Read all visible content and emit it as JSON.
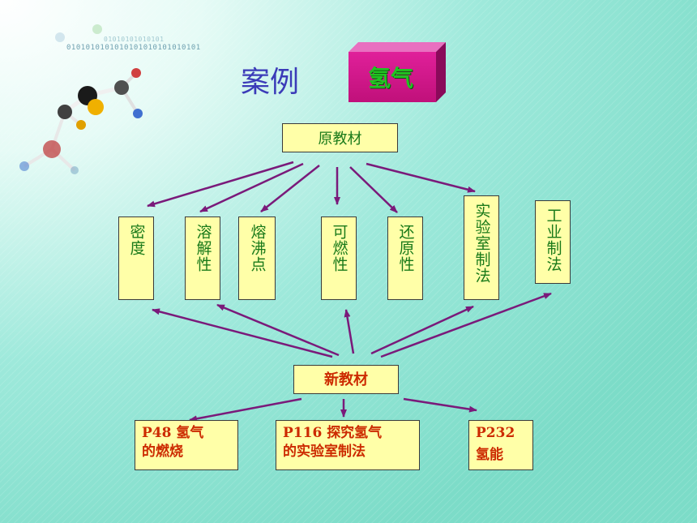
{
  "title": "案例",
  "highlight": "氢气",
  "binary_text": "0101010101010101010101010101",
  "binary_text_faint": "01010101010101",
  "old_textbook": "原教材",
  "new_textbook": "新教材",
  "topics": [
    {
      "id": "density",
      "label": "密度"
    },
    {
      "id": "solubility",
      "label": "溶解性"
    },
    {
      "id": "melting",
      "label": "熔沸点"
    },
    {
      "id": "flammable",
      "label": "可燃性"
    },
    {
      "id": "reducing",
      "label": "还原性"
    },
    {
      "id": "labprep",
      "label": "实验室制法"
    },
    {
      "id": "industrial",
      "label": "工业制法"
    }
  ],
  "new_items": [
    {
      "id": "p48",
      "line1": "P48  氢气",
      "line2": "的燃烧"
    },
    {
      "id": "p116",
      "line1": "P116  探究氢气",
      "line2": "的实验室制法"
    },
    {
      "id": "p232",
      "line1": "P232",
      "line2": "氢能"
    }
  ],
  "colors": {
    "background_teal": "#8fe6d6",
    "box_fill": "#ffffa8",
    "arrow": "#7a1a7a",
    "cube": "#d1158a",
    "title_blue": "#3b3bb8",
    "topic_green": "#1a7a1a",
    "item_red": "#cc2a00"
  }
}
